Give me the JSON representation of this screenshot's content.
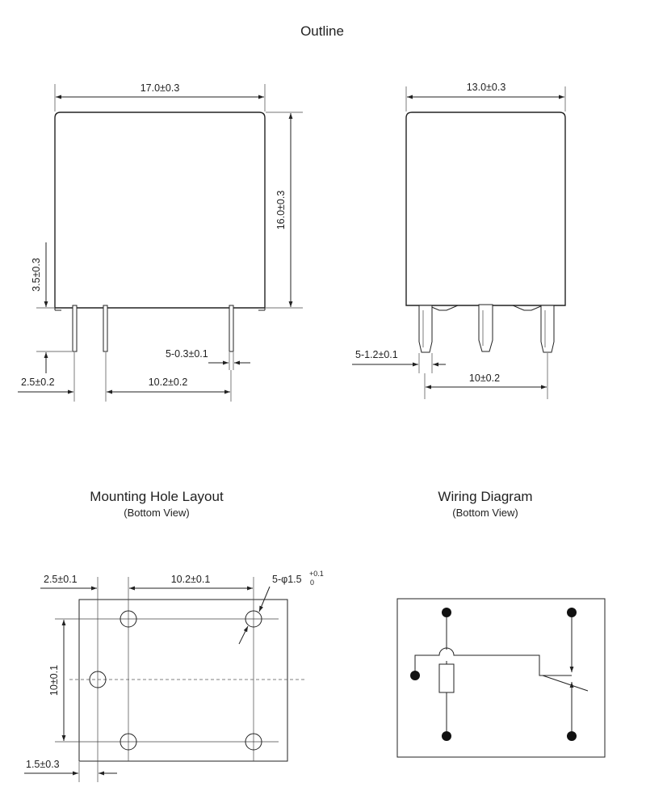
{
  "titles": {
    "outline": "Outline",
    "mounting": "Mounting Hole Layout",
    "mounting_view": "(Bottom View)",
    "wiring": "Wiring Diagram",
    "wiring_view": "(Bottom View)"
  },
  "outline_dims": {
    "width": "17.0±0.3",
    "height": "16.0±0.3",
    "pin_length": "3.5±0.3",
    "pin_width": "5-0.3±0.1",
    "offset": "2.5±0.2",
    "pitch": "10.2±0.2"
  },
  "side_dims": {
    "width": "13.0±0.3",
    "pin_width": "5-1.2±0.1",
    "pitch": "10±0.2"
  },
  "mounting_dims": {
    "offset_x": "2.5±0.1",
    "pitch_x": "10.2±0.1",
    "hole_prefix": "5-φ1.5",
    "hole_tol_upper": "+0.1",
    "hole_tol_lower": "0",
    "pitch_y": "10±0.1",
    "edge": "1.5±0.3"
  }
}
